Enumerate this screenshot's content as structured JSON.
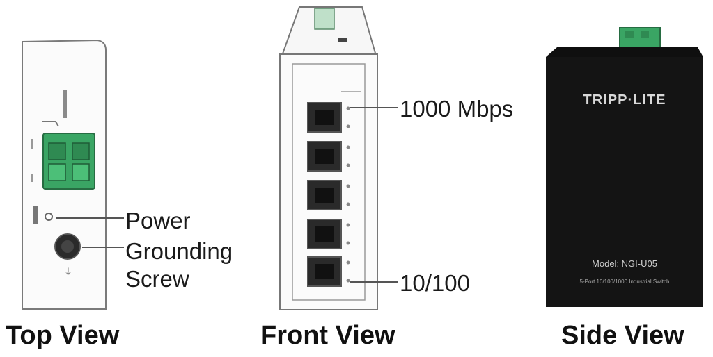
{
  "views": {
    "top": {
      "caption": "Top View",
      "callouts": {
        "power": "Power",
        "grounding_line1": "Grounding",
        "grounding_line2": "Screw"
      }
    },
    "front": {
      "caption": "Front View",
      "callouts": {
        "speed_high": "1000 Mbps",
        "speed_low": "10/100"
      },
      "port_count": 5
    },
    "side": {
      "caption": "Side View",
      "logo_text": "TRIPP·LITE",
      "model_text": "Model: NGI-U05",
      "description_text": "5-Port 10/100/1000 Industrial Switch"
    }
  },
  "colors": {
    "terminal_green": "#3aa564",
    "device_black": "#0f0f0f",
    "line_gray": "#555555"
  }
}
